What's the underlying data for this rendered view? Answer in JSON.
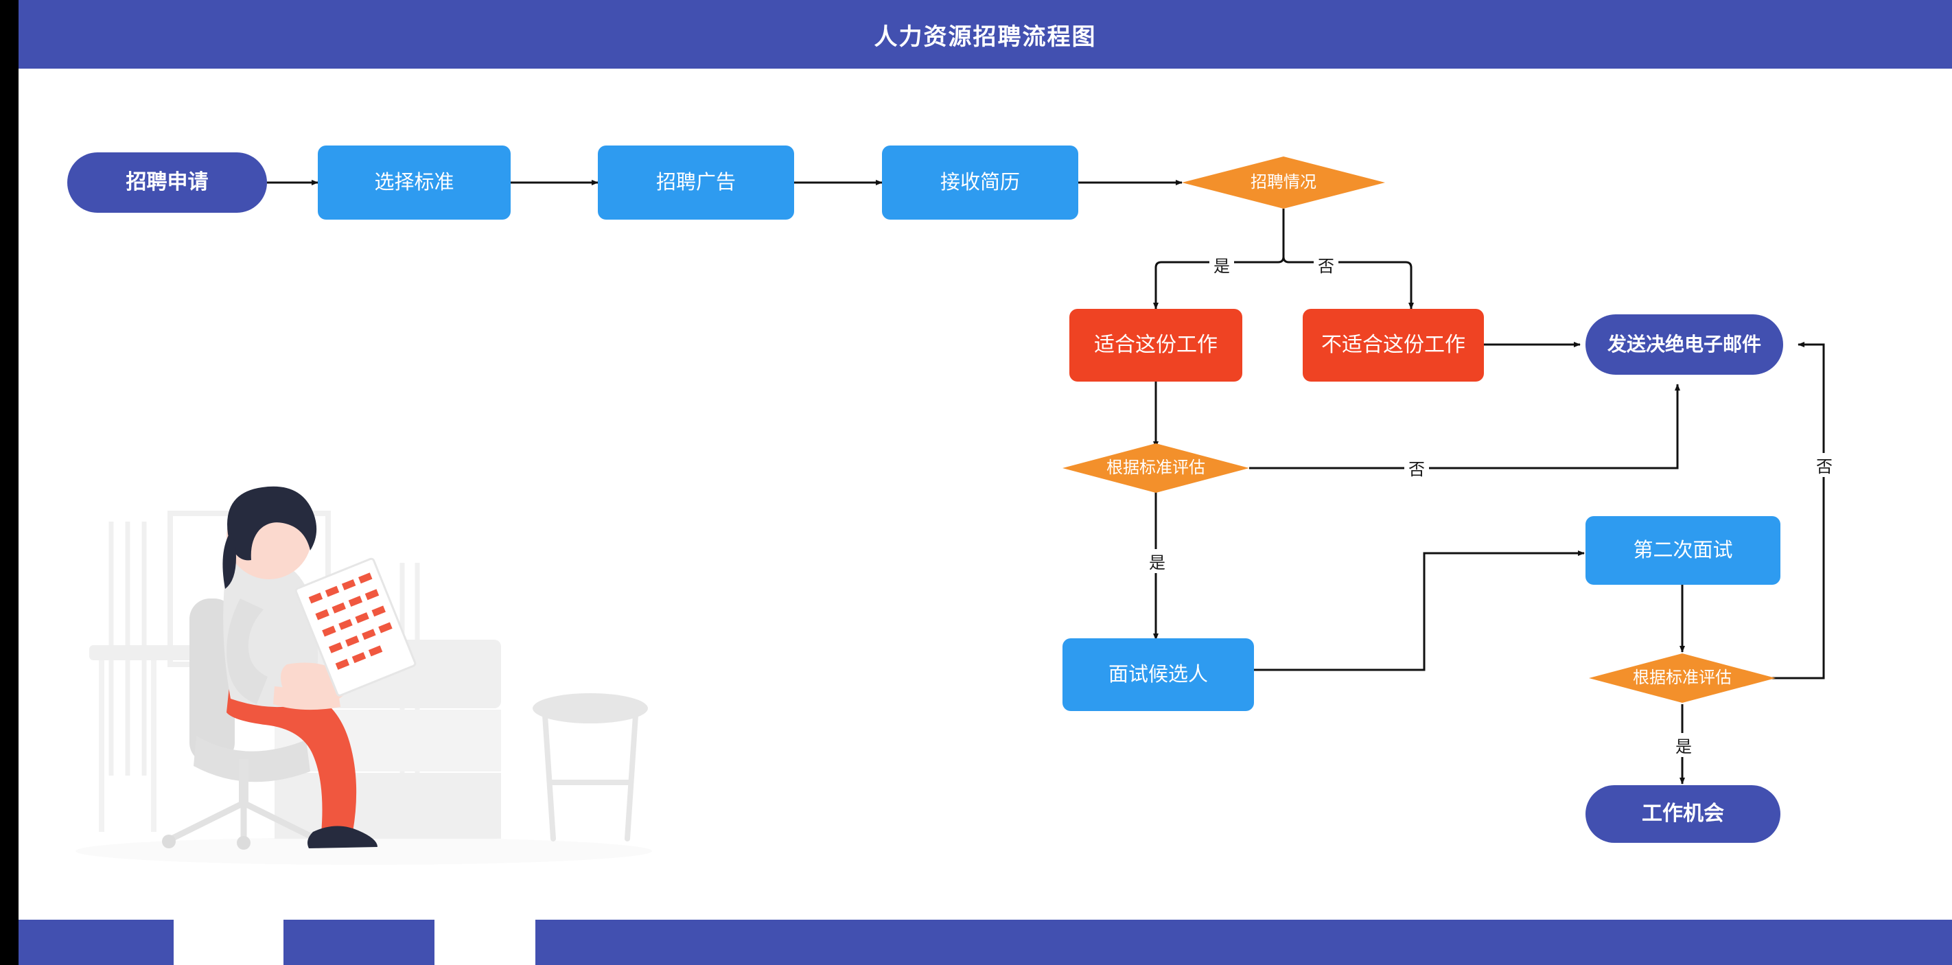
{
  "header": {
    "title": "人力资源招聘流程图"
  },
  "colors": {
    "brand_indigo": "#4250B0",
    "blue": "#2E9BF0",
    "orange": "#F3902B",
    "red": "#EF4323",
    "rail_black": "#000000",
    "canvas_white": "#FFFFFF"
  },
  "chart_data": {
    "type": "diagram",
    "title": "人力资源招聘流程图",
    "nodes": [
      {
        "id": "n1",
        "label": "招聘申请",
        "shape": "pill",
        "color": "#4250B0"
      },
      {
        "id": "n2",
        "label": "选择标准",
        "shape": "rect",
        "color": "#2E9BF0"
      },
      {
        "id": "n3",
        "label": "招聘广告",
        "shape": "rect",
        "color": "#2E9BF0"
      },
      {
        "id": "n4",
        "label": "接收简历",
        "shape": "rect",
        "color": "#2E9BF0"
      },
      {
        "id": "n5",
        "label": "招聘情况",
        "shape": "diamond",
        "color": "#F3902B"
      },
      {
        "id": "n6",
        "label": "适合这份工作",
        "shape": "rect",
        "color": "#EF4323"
      },
      {
        "id": "n7",
        "label": "不适合这份工作",
        "shape": "rect",
        "color": "#EF4323"
      },
      {
        "id": "n8",
        "label": "发送决绝电子邮件",
        "shape": "pill",
        "color": "#4250B0"
      },
      {
        "id": "n9",
        "label": "根据标准评估",
        "shape": "diamond",
        "color": "#F3902B"
      },
      {
        "id": "n10",
        "label": "面试候选人",
        "shape": "rect",
        "color": "#2E9BF0"
      },
      {
        "id": "n11",
        "label": "第二次面试",
        "shape": "rect",
        "color": "#2E9BF0"
      },
      {
        "id": "n12",
        "label": "根据标准评估",
        "shape": "diamond",
        "color": "#F3902B"
      },
      {
        "id": "n13",
        "label": "工作机会",
        "shape": "pill",
        "color": "#4250B0"
      }
    ],
    "edges": [
      {
        "from": "n1",
        "to": "n2",
        "label": ""
      },
      {
        "from": "n2",
        "to": "n3",
        "label": ""
      },
      {
        "from": "n3",
        "to": "n4",
        "label": ""
      },
      {
        "from": "n4",
        "to": "n5",
        "label": ""
      },
      {
        "from": "n5",
        "to": "n6",
        "label": "是"
      },
      {
        "from": "n5",
        "to": "n7",
        "label": "否"
      },
      {
        "from": "n7",
        "to": "n8",
        "label": ""
      },
      {
        "from": "n6",
        "to": "n9",
        "label": ""
      },
      {
        "from": "n9",
        "to": "n8",
        "label": "否"
      },
      {
        "from": "n9",
        "to": "n10",
        "label": "是"
      },
      {
        "from": "n10",
        "to": "n11",
        "label": ""
      },
      {
        "from": "n11",
        "to": "n12",
        "label": ""
      },
      {
        "from": "n12",
        "to": "n8",
        "label": "否"
      },
      {
        "from": "n12",
        "to": "n13",
        "label": "是"
      }
    ],
    "edge_labels": [
      "是",
      "否",
      "否",
      "是",
      "否",
      "是"
    ]
  },
  "nodes": {
    "n1": "招聘申请",
    "n2": "选择标准",
    "n3": "招聘广告",
    "n4": "接收简历",
    "n5": "招聘情况",
    "n6": "适合这份工作",
    "n7": "不适合这份工作",
    "n8": "发送决绝电子邮件",
    "n9": "根据标准评估",
    "n10": "面试候选人",
    "n11": "第二次面试",
    "n12": "根据标准评估",
    "n13": "工作机会"
  },
  "labels": {
    "yes_top": "是",
    "no_top": "否",
    "no_mid": "否",
    "yes_mid": "是",
    "no_right": "否",
    "yes_bottom": "是"
  },
  "illustration": {
    "name": "person-reading-document-at-desk"
  }
}
